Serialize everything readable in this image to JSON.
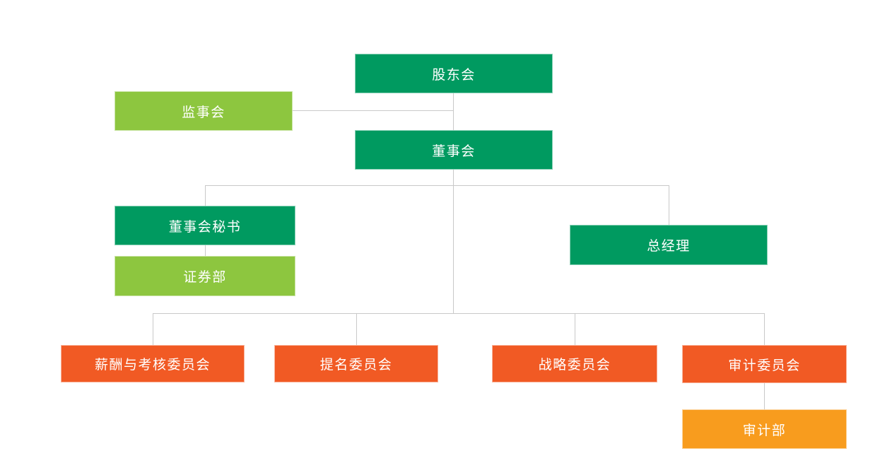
{
  "diagram": {
    "type": "org-chart",
    "nodes": [
      {
        "id": "shareholders-meeting",
        "label": "股东会",
        "color_role": "primary"
      },
      {
        "id": "supervisory-board",
        "label": "监事会",
        "color_role": "secondary"
      },
      {
        "id": "board-of-directors",
        "label": "董事会",
        "color_role": "primary"
      },
      {
        "id": "board-secretary",
        "label": "董事会秘书",
        "color_role": "primary"
      },
      {
        "id": "securities-department",
        "label": "证券部",
        "color_role": "secondary"
      },
      {
        "id": "general-manager",
        "label": "总经理",
        "color_role": "primary"
      },
      {
        "id": "remuneration-appraisal-committee",
        "label": "薪酬与考核委员会",
        "color_role": "accent"
      },
      {
        "id": "nomination-committee",
        "label": "提名委员会",
        "color_role": "accent"
      },
      {
        "id": "strategy-committee",
        "label": "战略委员会",
        "color_role": "accent"
      },
      {
        "id": "audit-committee",
        "label": "审计委员会",
        "color_role": "accent"
      },
      {
        "id": "audit-department",
        "label": "审计部",
        "color_role": "amber"
      }
    ],
    "edges": [
      {
        "from": "shareholders-meeting",
        "to": "board-of-directors"
      },
      {
        "from": "shareholders-meeting",
        "to": "supervisory-board"
      },
      {
        "from": "board-of-directors",
        "to": "board-secretary"
      },
      {
        "from": "board-of-directors",
        "to": "general-manager"
      },
      {
        "from": "board-secretary",
        "to": "securities-department"
      },
      {
        "from": "board-of-directors",
        "to": "remuneration-appraisal-committee"
      },
      {
        "from": "board-of-directors",
        "to": "nomination-committee"
      },
      {
        "from": "board-of-directors",
        "to": "strategy-committee"
      },
      {
        "from": "board-of-directors",
        "to": "audit-committee"
      },
      {
        "from": "audit-committee",
        "to": "audit-department"
      }
    ]
  },
  "palette": {
    "primary": "#009a60",
    "secondary": "#8dc63f",
    "accent": "#f15a24",
    "amber": "#f89c1e",
    "connector": "#c9c9c9",
    "text": "#ffffff",
    "background": "#ffffff"
  }
}
